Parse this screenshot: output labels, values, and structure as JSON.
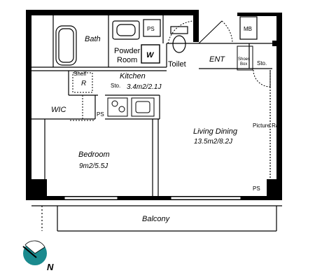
{
  "rooms": {
    "bath": "Bath",
    "powder_line1": "Powder",
    "powder_line2": "Room",
    "washer": "W",
    "ps_top": "PS",
    "toilet": "Toilet",
    "mb": "MB",
    "entrance": "ENT",
    "shoes_box_line1": "Shoes",
    "shoes_box_line2": "Box",
    "storage_entry": "Sto.",
    "shelf": "Shelf",
    "refrigerator": "R",
    "kitchen": "Kitchen",
    "kitchen_area": "3.4m2/2.1J",
    "storage_kitchen": "Sto.",
    "wic": "WIC",
    "ps_kitchen": "PS",
    "picture_rail": "Picture Rail",
    "living_dining": "Living Dining",
    "living_dining_area": "13.5m2/8.2J",
    "bedroom": "Bedroom",
    "bedroom_area": "9m2/5.5J",
    "ps_living": "PS",
    "balcony": "Balcony"
  },
  "compass": {
    "north": "N"
  },
  "colors": {
    "wall": "#000000",
    "compass": "#1a8a8e",
    "line": "#333333"
  }
}
